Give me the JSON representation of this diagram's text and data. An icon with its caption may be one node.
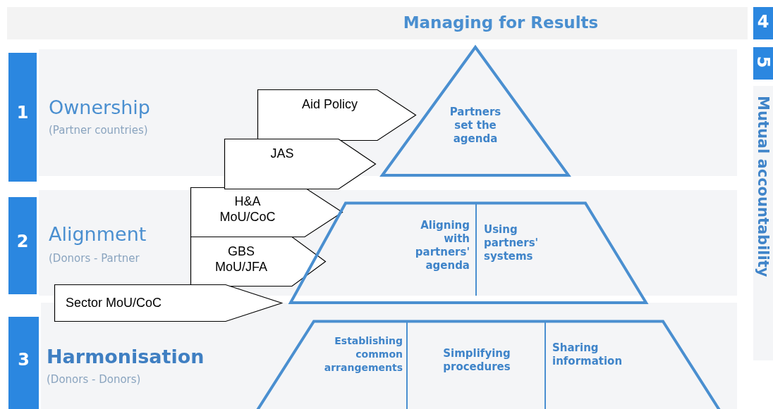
{
  "diagram": {
    "nodes": [
      {
        "text": [
          "Managing for Results"
        ]
      },
      {
        "text": [
          "4"
        ]
      },
      {
        "text": [
          "5"
        ]
      },
      {
        "text": [
          "Mutual accountability"
        ]
      },
      {
        "text": [
          "1"
        ]
      },
      {
        "text": [
          "Ownership",
          "(Partner countries)"
        ]
      },
      {
        "text": [
          "Aid Policy"
        ],
        "in": 5
      },
      {
        "text": [
          "Partners set the agenda"
        ],
        "in": 5
      },
      {
        "text": [
          "JAS"
        ]
      },
      {
        "text": [
          "2"
        ]
      },
      {
        "text": [
          "Alignment",
          "(Donors - Partner"
        ]
      },
      {
        "text": [
          "H&A MoU/CoC"
        ],
        "in": 10
      },
      {
        "text": [],
        "shape": "trapezoid"
      },
      {
        "text": [
          "Aligning with partners' agenda"
        ],
        "in": 12
      },
      {
        "text": [
          "Using partners' systems"
        ],
        "in": 12
      },
      {
        "text": [
          "GBS MoU/JFA"
        ],
        "in": 10
      },
      {
        "text": [
          "Sector MoU/CoC"
        ]
      },
      {
        "text": [
          "3"
        ]
      },
      {
        "text": [
          "Harmonisation",
          "(Donors - Donors)"
        ]
      },
      {
        "text": [],
        "shape": "trapezoid"
      },
      {
        "text": [
          "Establishing common arrangements"
        ],
        "in": 19
      },
      {
        "text": [
          "Simplifying procedures"
        ],
        "in": 19
      },
      {
        "text": [
          "Sharing information"
        ],
        "in": 19
      }
    ]
  }
}
